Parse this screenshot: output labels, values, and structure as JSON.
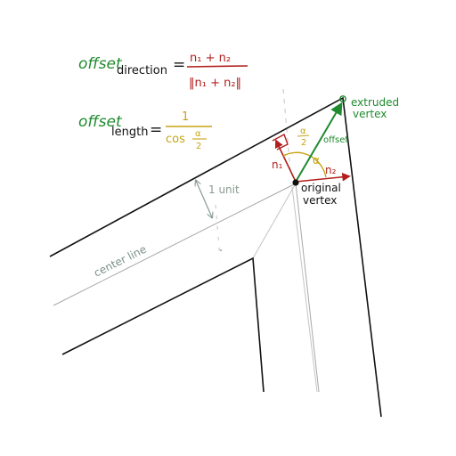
{
  "colors": {
    "ink": "#111111",
    "red": "#b0201c",
    "green": "#1f8a2e",
    "gold": "#c7a315",
    "gray": "#8a8a8a",
    "dim": "#c4c4c4",
    "centerline_text": "#7a9088"
  },
  "equations": {
    "direction": {
      "lhs_word": "offset",
      "lhs_sub": "direction",
      "equals": "=",
      "numerator": "n₁ + n₂",
      "denominator": "‖n₁ + n₂‖"
    },
    "length": {
      "lhs_word": "offset",
      "lhs_sub": "length",
      "equals": "=",
      "numerator": "1",
      "denominator_prefix": "cos",
      "alpha": "α",
      "two": "2"
    }
  },
  "labels": {
    "unit": "1 unit",
    "center_line": "center line",
    "original_vertex_line1": "original",
    "original_vertex_line2": "vertex",
    "extruded_vertex_line1": "extruded",
    "extruded_vertex_line2": "vertex",
    "offset": "offset",
    "n1": "n₁",
    "n2": "n₂",
    "alpha": "α",
    "half_alpha_num": "α",
    "half_alpha_den": "2"
  }
}
